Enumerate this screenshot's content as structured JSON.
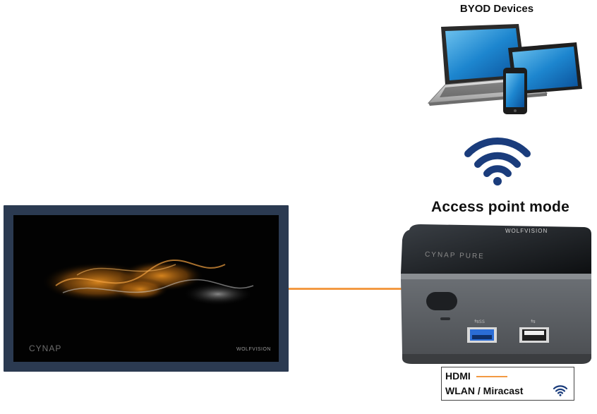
{
  "byod": {
    "title": "BYOD Devices"
  },
  "access_point": {
    "title": "Access point mode"
  },
  "display": {
    "brand_left": "CYNAP",
    "brand_right": "WOLFVISION"
  },
  "device": {
    "brand": "WOLFVISION",
    "name": "CYNAP PURE"
  },
  "legend": {
    "hdmi_label": "HDMI",
    "wlan_label": "WLAN / Miracast"
  },
  "colors": {
    "hdmi_line": "#f39a43",
    "wifi": "#1a3c7c",
    "display_frame": "#2b3a51"
  },
  "icons": {
    "wifi": "wifi-icon",
    "devices": "laptop-tablet-phone-icon"
  }
}
